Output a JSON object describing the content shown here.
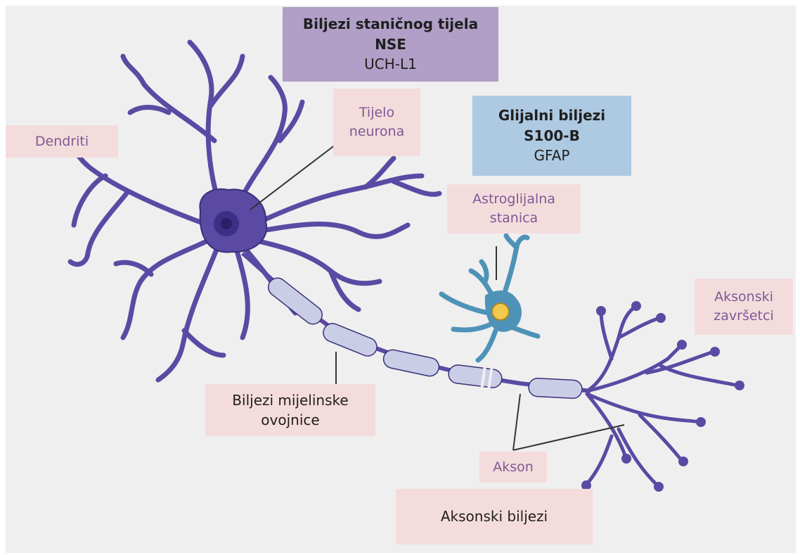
{
  "labels": {
    "dendrites": "Dendriti",
    "cell_body": [
      "Tijelo",
      "neurona"
    ],
    "astroglial_cell": [
      "Astroglijalna",
      "stanica"
    ],
    "axon_terminals": [
      "Aksonski",
      "završetci"
    ],
    "myelin_markers": [
      "Biljezi mijelinske",
      "ovojnice"
    ],
    "axon": "Akson",
    "axonal_markers": "Aksonski biljezi"
  },
  "soma_markers": {
    "title": "Biljezi staničnog tijela",
    "primary": "NSE",
    "secondary": "UCH-L1"
  },
  "glial_markers": {
    "title": "Glijalni biljezi",
    "primary": "S100-B",
    "secondary": "GFAP"
  },
  "colors": {
    "neuron": "#5a4aa3",
    "neuron_outline": "#3a2f78",
    "myelin": "#c9cde6",
    "astrocyte": "#4e93b7",
    "astrocyte_nucleus": "#f2c94c",
    "label_bg": "#f5dcdc",
    "soma_box": "#b19fc7",
    "glial_box": "#aec9e2"
  }
}
